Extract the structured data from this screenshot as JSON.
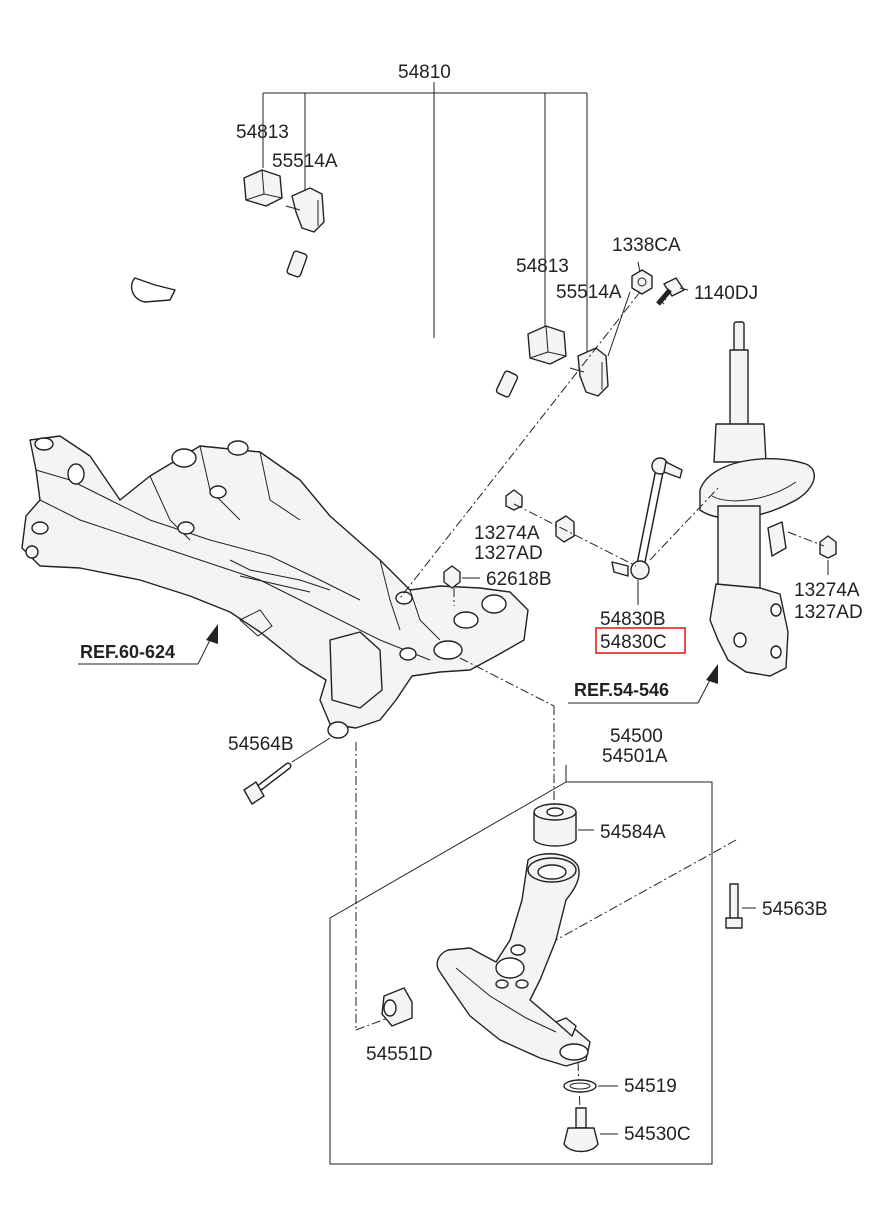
{
  "labels": {
    "stabilizer_bar_assembly": "54810",
    "bushing_left": "54813",
    "bracket_left": "55514A",
    "bushing_right": "54813",
    "bracket_right": "55514A",
    "nut_top": "1338CA",
    "bolt_top": "1140DJ",
    "nut_link_a": "13274A",
    "nut_link_b": "1327AD",
    "nut_strut_a": "13274A",
    "nut_strut_b": "1327AD",
    "nut_crossmember": "62618B",
    "link_b": "54830B",
    "link_c": "54830C",
    "ref_crossmember": "REF.60-624",
    "ref_strut": "REF.54-546",
    "bolt_front": "54564B",
    "lower_arm": "54500",
    "lower_arm_a": "54501A",
    "bushing_rear": "54584A",
    "bolt_rear": "54563B",
    "bushing_front": "54551D",
    "snap_ring": "54519",
    "ball_joint": "54530C"
  },
  "highlighted_part": "54830C",
  "colors": {
    "line": "#222222",
    "highlight": "#e0201b",
    "background": "#ffffff"
  }
}
